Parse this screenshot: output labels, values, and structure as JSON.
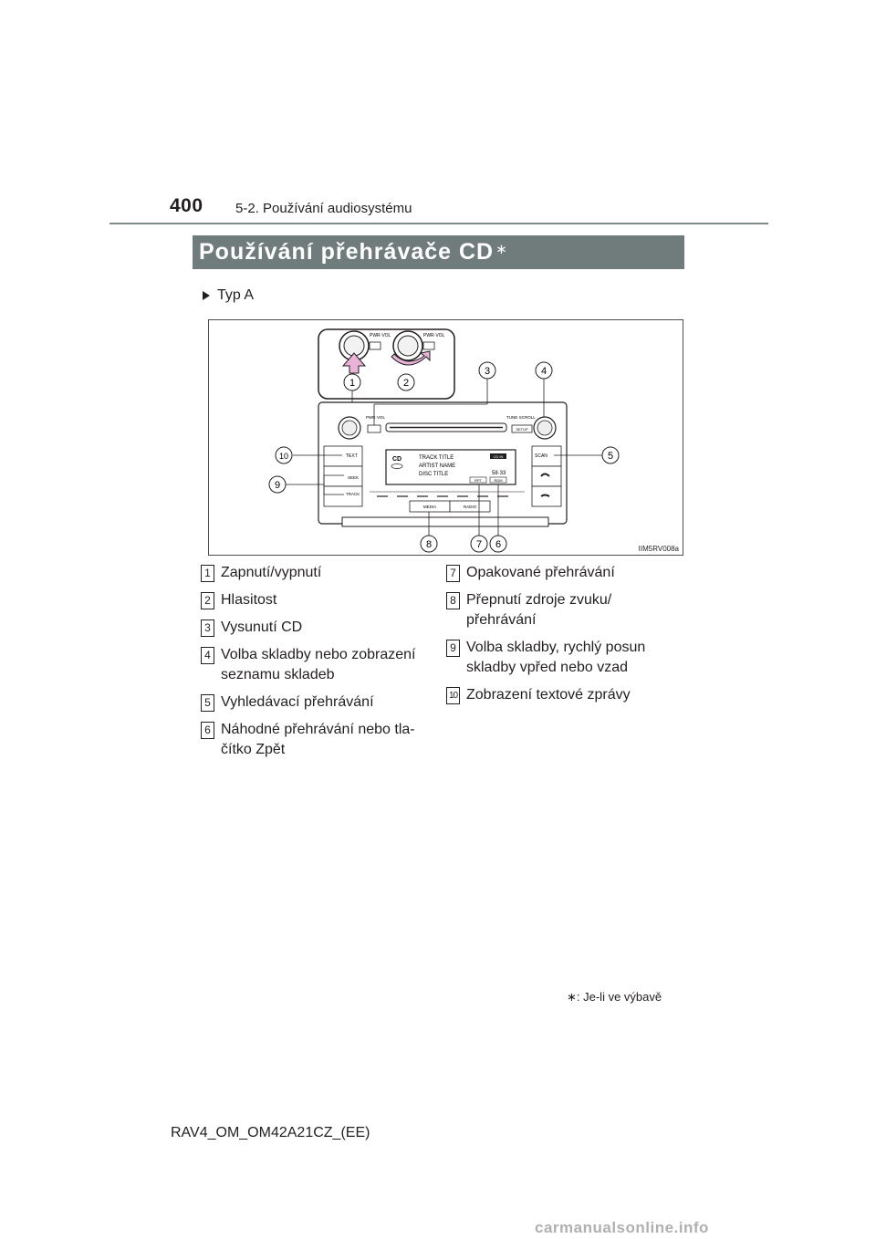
{
  "header": {
    "page_number": "400",
    "section": "5-2. Používání audiosystému"
  },
  "title": {
    "text": "Používání přehrávače CD",
    "mark": "∗"
  },
  "type_label": "Typ A",
  "figure": {
    "code": "IIM5RV008a",
    "callouts": [
      "1",
      "2",
      "3",
      "4",
      "5",
      "6",
      "7",
      "8",
      "9",
      "10"
    ],
    "panel_labels": {
      "pwr_vol": "PWR·VOL",
      "tune_scroll": "TUNE·SCROLL",
      "setup": "SETUP",
      "text": "TEXT",
      "seek": "SEEK",
      "track": "TRACK",
      "scan": "SCAN",
      "media": "MEDIA",
      "radio": "RADIO",
      "rpt": "RPT",
      "rdm": "RDM",
      "cd": "CD",
      "track_title": "TRACK TITLE",
      "artist_name": "ARTIST NAME",
      "disc_title": "DISC TITLE",
      "time": "58·33",
      "cd_in": "CD IN"
    }
  },
  "legend_left": [
    {
      "num": "1",
      "text": "Zapnutí/vypnutí"
    },
    {
      "num": "2",
      "text": "Hlasitost"
    },
    {
      "num": "3",
      "text": "Vysunutí CD"
    },
    {
      "num": "4",
      "text": "Volba skladby nebo zobrazení seznamu skladeb"
    },
    {
      "num": "5",
      "text": "Vyhledávací přehrávání"
    },
    {
      "num": "6",
      "text": "Náhodné přehrávání nebo tla-čítko Zpět"
    }
  ],
  "legend_right": [
    {
      "num": "7",
      "text": "Opakované přehrávání"
    },
    {
      "num": "8",
      "text": "Přepnutí zdroje zvuku/ přehrávání"
    },
    {
      "num": "9",
      "text": "Volba skladby, rychlý posun skladby vpřed nebo vzad"
    },
    {
      "num": "10",
      "text": "Zobrazení textové zprávy"
    }
  ],
  "footnote": "∗: Je-li ve výbavě",
  "document_code": "RAV4_OM_OM42A21CZ_(EE)",
  "watermark": "carmanualsonline.info"
}
